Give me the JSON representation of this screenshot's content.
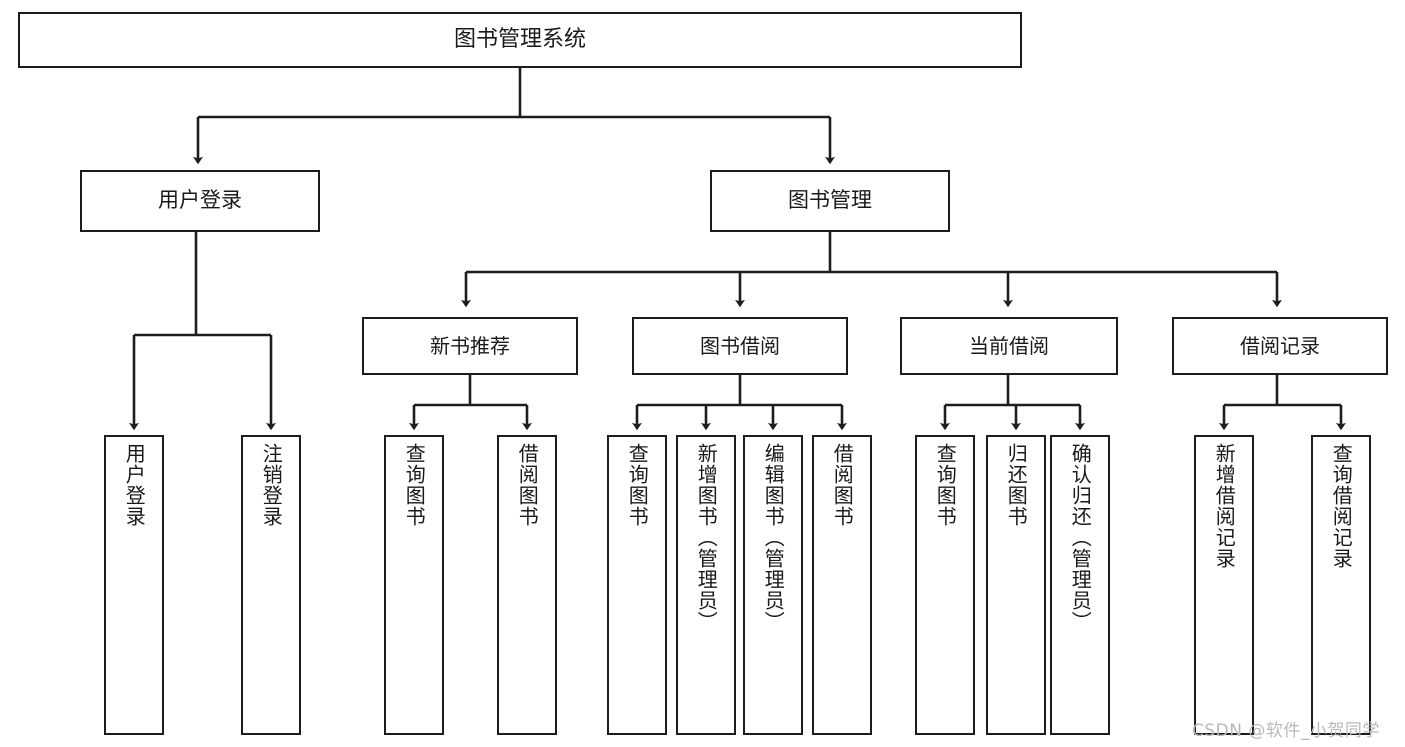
{
  "diagram": {
    "title": "图书管理系统",
    "type": "tree-hierarchy",
    "watermark": "CSDN @软件_小贺同学",
    "root": {
      "id": "root",
      "label": "图书管理系统"
    },
    "level2": [
      {
        "id": "user-login",
        "label": "用户登录"
      },
      {
        "id": "book-management",
        "label": "图书管理"
      }
    ],
    "level3": [
      {
        "id": "new-book-recommend",
        "label": "新书推荐",
        "parent": "book-management"
      },
      {
        "id": "book-borrow",
        "label": "图书借阅",
        "parent": "book-management"
      },
      {
        "id": "current-borrow",
        "label": "当前借阅",
        "parent": "book-management"
      },
      {
        "id": "borrow-record",
        "label": "借阅记录",
        "parent": "book-management"
      }
    ],
    "leaves": [
      {
        "id": "leaf-user-login",
        "label": "用户登录",
        "parent": "user-login"
      },
      {
        "id": "leaf-logout-login",
        "label": "注销登录",
        "parent": "user-login"
      },
      {
        "id": "leaf-query-book-1",
        "label": "查询图书",
        "parent": "new-book-recommend"
      },
      {
        "id": "leaf-borrow-book-1",
        "label": "借阅图书",
        "parent": "new-book-recommend"
      },
      {
        "id": "leaf-query-book-2",
        "label": "查询图书",
        "parent": "book-borrow"
      },
      {
        "id": "leaf-add-book",
        "label": "新增图书（管理员）",
        "parent": "book-borrow"
      },
      {
        "id": "leaf-edit-book",
        "label": "编辑图书（管理员）",
        "parent": "book-borrow"
      },
      {
        "id": "leaf-borrow-book-2",
        "label": "借阅图书",
        "parent": "book-borrow"
      },
      {
        "id": "leaf-query-book-3",
        "label": "查询图书",
        "parent": "current-borrow"
      },
      {
        "id": "leaf-return-book",
        "label": "归还图书",
        "parent": "current-borrow"
      },
      {
        "id": "leaf-confirm-return",
        "label": "确认归还（管理员）",
        "parent": "current-borrow"
      },
      {
        "id": "leaf-add-record",
        "label": "新增借阅记录",
        "parent": "borrow-record"
      },
      {
        "id": "leaf-query-record",
        "label": "查询借阅记录",
        "parent": "borrow-record"
      }
    ],
    "colors": {
      "stroke": "#1d1d1d",
      "background": "#ffffff",
      "text": "#1a1a1a",
      "watermark": "#b9b9b9"
    }
  }
}
